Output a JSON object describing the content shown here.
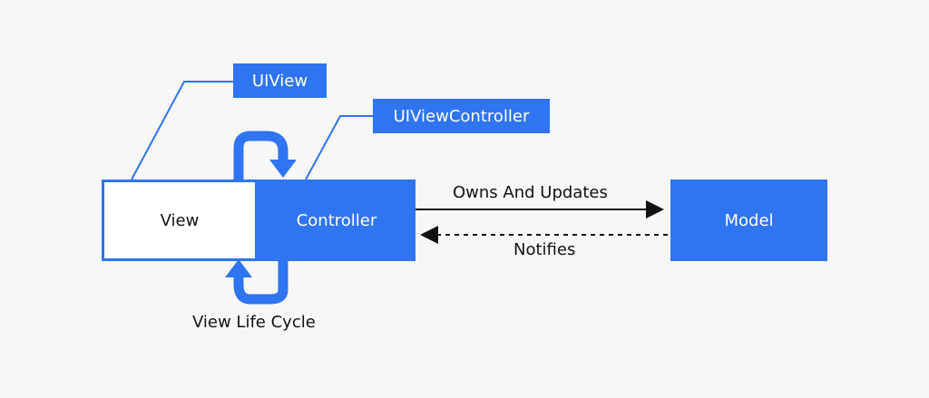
{
  "diagram": {
    "nodes": {
      "view": "View",
      "controller": "Controller",
      "model": "Model"
    },
    "callouts": {
      "uiview": "UIView",
      "uiviewcontroller": "UIViewController"
    },
    "edges": {
      "owns_and_updates": "Owns And Updates",
      "notifies": "Notifies",
      "view_life_cycle": "View Life Cycle"
    }
  },
  "colors": {
    "accent": "#2f74f0",
    "text": "#111111",
    "background": "#f7f7f7"
  }
}
